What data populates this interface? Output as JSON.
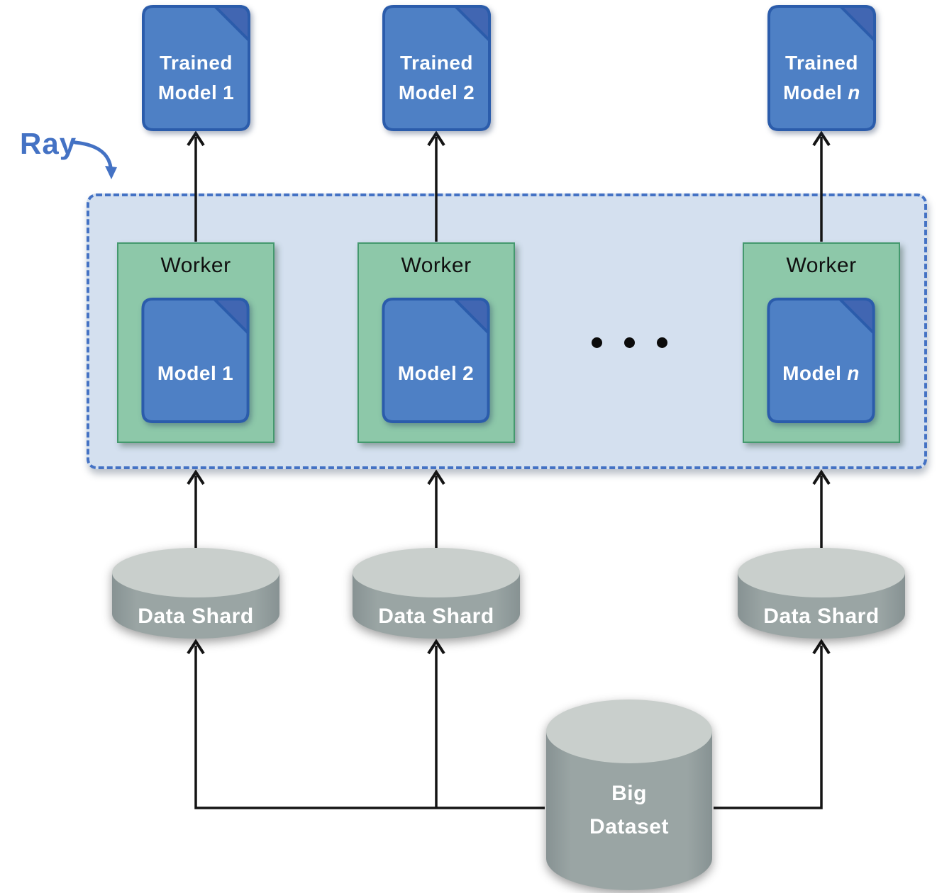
{
  "ray": {
    "label": "Ray"
  },
  "columns": [
    {
      "trained_line1": "Trained",
      "trained_word": "Model",
      "trained_num": "1",
      "worker_label": "Worker",
      "model_word": "Model",
      "model_num": "1",
      "shard_label": "Data Shard"
    },
    {
      "trained_line1": "Trained",
      "trained_word": "Model",
      "trained_num": "2",
      "worker_label": "Worker",
      "model_word": "Model",
      "model_num": "2",
      "shard_label": "Data Shard"
    },
    {
      "trained_line1": "Trained",
      "trained_word": "Model",
      "trained_num": "n",
      "worker_label": "Worker",
      "model_word": "Model",
      "model_num": "n",
      "shard_label": "Data Shard"
    }
  ],
  "big_dataset": {
    "line1": "Big",
    "line2": "Dataset"
  },
  "icons": {
    "trained_model": "document-icon",
    "worker_model": "document-icon",
    "data_shard": "database-cylinder-icon",
    "big_dataset": "database-cylinder-icon",
    "ellipsis": "three-dots-icon",
    "ray_pointer": "curved-arrow-icon"
  },
  "colors": {
    "doc_fill": "#4e80c5",
    "doc_border": "#2b5cab",
    "doc_fold": "#4166b2",
    "worker_fill": "#8dc8a9",
    "worker_border": "#44996e",
    "ray_fill": "#d4e0ef",
    "ray_border": "#4472c4",
    "ray_text": "#4472c4",
    "cylinder_body": "#9aa5a4",
    "cylinder_top": "#c9cfcc",
    "arrow": "#141414",
    "text_light": "#ffffff",
    "text_dark": "#101010"
  }
}
